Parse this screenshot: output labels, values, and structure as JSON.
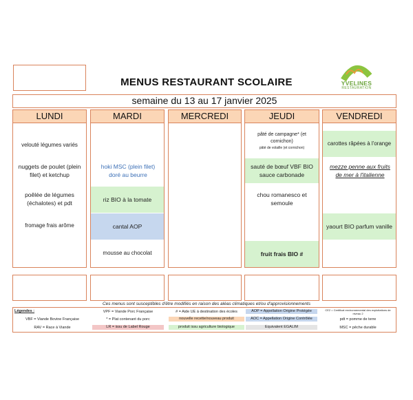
{
  "title": "MENUS RESTAURANT SCOLAIRE",
  "logo": {
    "name": "YVELINES",
    "sub": "RESTAURATION"
  },
  "week": "semaine du 13 au 17 janvier 2025",
  "days": {
    "mon": "LUNDI",
    "tue": "MARDI",
    "wed": "MERCREDI",
    "thu": "JEUDI",
    "fri": "VENDREDI"
  },
  "menu": {
    "mon": {
      "starter": "velouté légumes variés",
      "main": "nuggets de poulet (plein filet) et ketchup",
      "side": "poêlée de légumes (échalotes) et pdt",
      "cheese": "fromage frais arôme"
    },
    "tue": {
      "main": "hoki MSC (plein filet) doré au beurre",
      "side": "riz BIO à la tomate",
      "cheese": "cantal AOP",
      "dessert": "mousse au chocolat"
    },
    "thu": {
      "starter": "pâté de campagne* (et cornichon)",
      "starter_alt": "pâté de volaille (et cornichon)",
      "main": "sauté de bœuf VBF BIO sauce carbonade",
      "side": "chou romanesco et semoule",
      "dessert": "fruit frais BIO #"
    },
    "fri": {
      "starter": "carottes râpées à l'orange",
      "main": "mezze penne aux fruits de mer à l'italienne",
      "cheese": "yaourt BIO parfum vanille"
    }
  },
  "note": "Ces menus sont susceptibles d'être modifiés en raison des aléas climatiques et/ou d'approvisionnements",
  "legend": {
    "label": "Légendes :",
    "vbf": "VBF = Viande Bovine Française",
    "rav": "RAV = Race à Viande",
    "vpf": "VPF = Viande Porc Française",
    "pork": "* = Plat contenant du porc",
    "lr": "LR = issu de Label Rouge",
    "aide": "# = Aide UE à destination des écoles",
    "new": "nouvelle recette/nouveau produit",
    "bio": "produit issu agriculture biologique",
    "aop": "AOP = Appellation Origine Protégée",
    "aoc": "AOC = Appellation Origine Contrôlée",
    "egalim": "Equivalent EGALIM",
    "ce2": "CE2 = Certificat environnemental des exploitations de niveau 2",
    "pdt": "pdt = pomme de terre",
    "msc": "MSC = pêche durable"
  },
  "colors": {
    "border": "#d9825a",
    "header": "#fbd6b6",
    "green": "#d6f2cf",
    "blue": "#c6d7ee",
    "logo": "#6aa33a"
  }
}
